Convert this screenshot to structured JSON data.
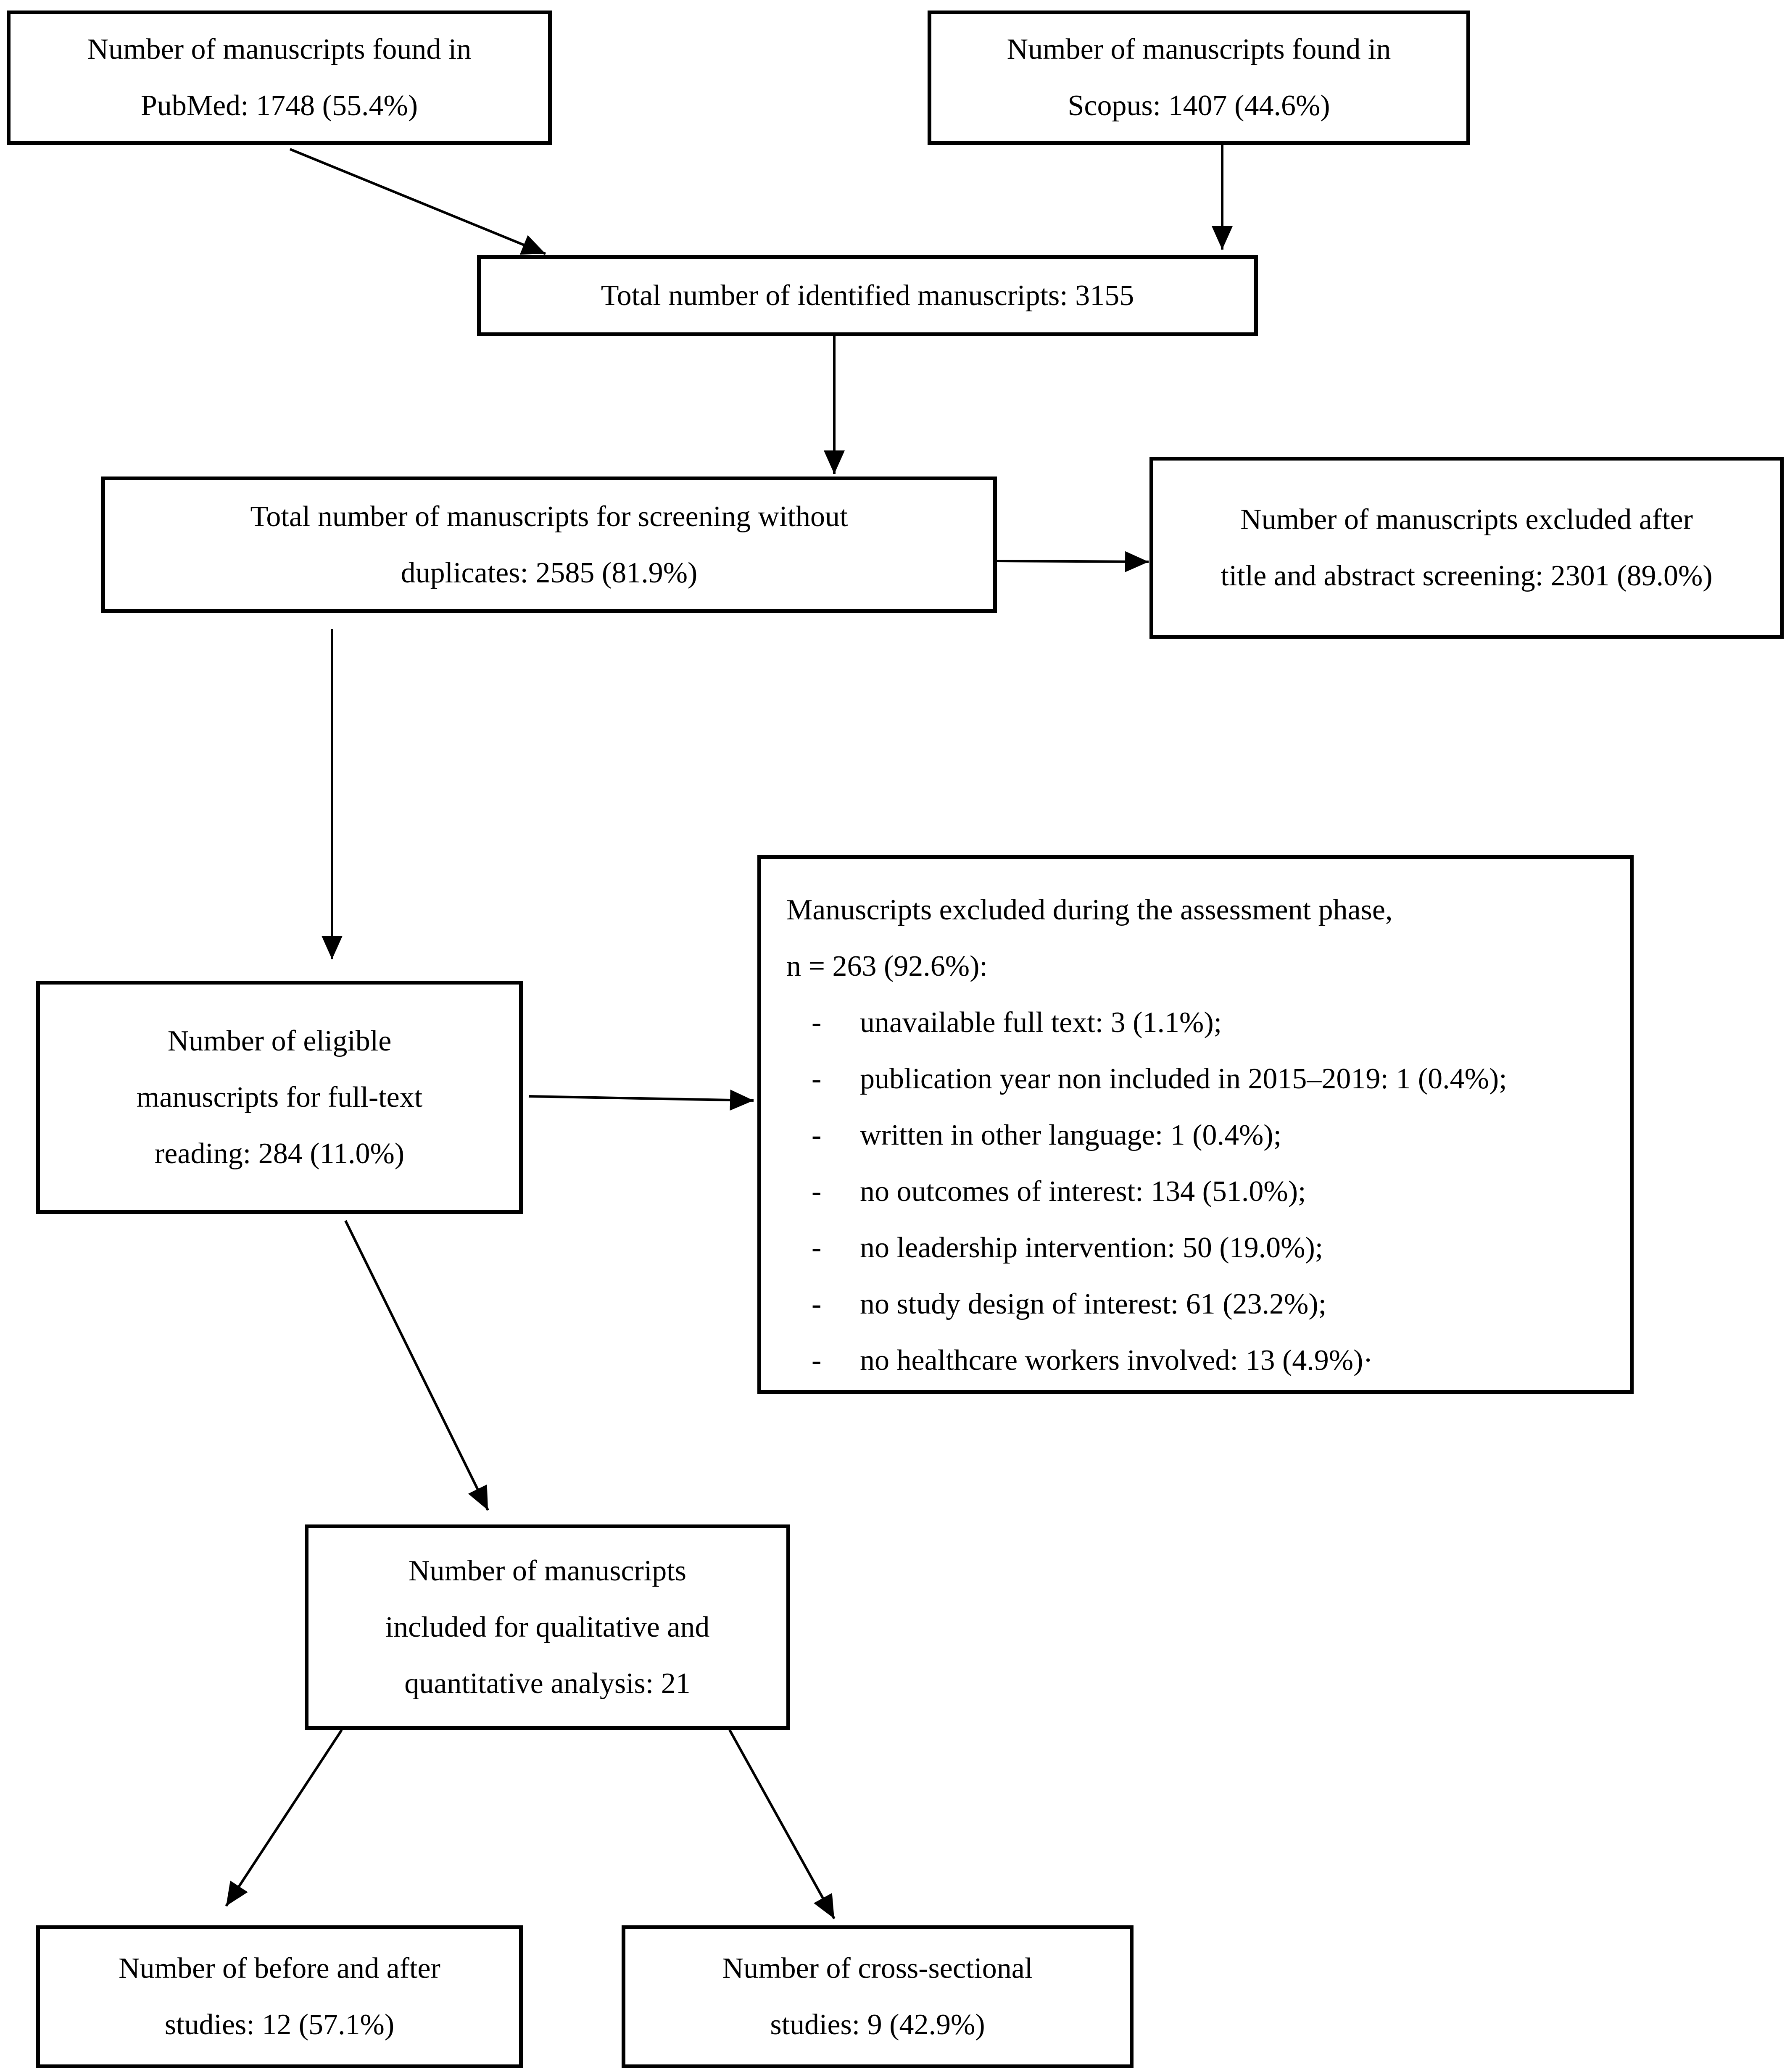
{
  "boxes": {
    "pubmed": {
      "lines": [
        "Number of manuscripts found in",
        "PubMed: 1748 (55.4%)"
      ]
    },
    "scopus": {
      "lines": [
        "Number of manuscripts found in",
        "Scopus: 1407 (44.6%)"
      ]
    },
    "identified": {
      "lines": [
        "Total number of identified manuscripts: 3155"
      ]
    },
    "screening": {
      "lines": [
        "Total number of manuscripts for screening without",
        "duplicates: 2585 (81.9%)"
      ]
    },
    "excluded_title_abstract": {
      "lines": [
        "Number of manuscripts excluded after",
        "title and abstract screening: 2301 (89.0%)"
      ]
    },
    "eligible": {
      "lines": [
        "Number of eligible",
        "manuscripts for full-text",
        "reading: 284 (11.0%)"
      ]
    },
    "excluded_assessment": {
      "header": [
        "Manuscripts excluded during the assessment phase,",
        "n = 263 (92.6%):"
      ],
      "bullet": "-",
      "items": [
        "unavailable full text: 3 (1.1%);",
        "publication year non included in 2015–2019: 1 (0.4%);",
        "written in other language: 1 (0.4%);",
        "no outcomes of interest: 134 (51.0%);",
        "no leadership intervention: 50 (19.0%);",
        "no study design of interest: 61 (23.2%);",
        "no healthcare workers involved: 13 (4.9%)·"
      ]
    },
    "included": {
      "lines": [
        "Number of manuscripts",
        "included for qualitative and",
        "quantitative analysis: 21"
      ]
    },
    "before_after": {
      "lines": [
        "Number of before and after",
        "studies: 12 (57.1%)"
      ]
    },
    "cross_sectional": {
      "lines": [
        "Number of cross-sectional",
        "studies: 9 (42.9%)"
      ]
    }
  },
  "style": {
    "border_color": "#000000",
    "background": "#ffffff",
    "text_color": "#000000"
  }
}
